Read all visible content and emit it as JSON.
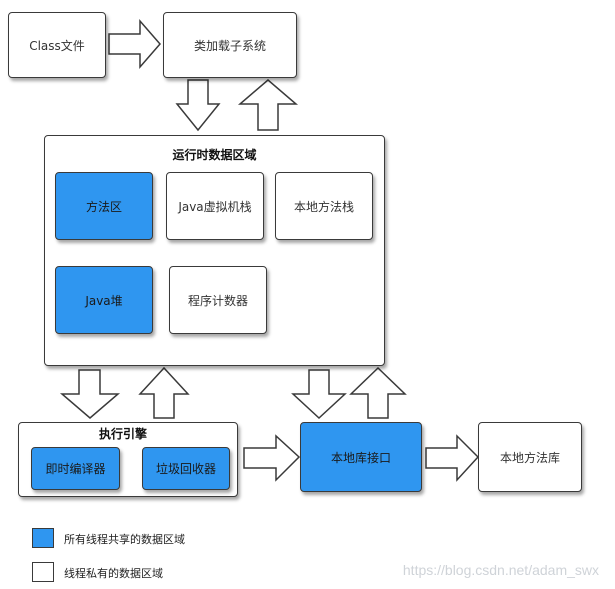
{
  "nodes": {
    "class_file": "Class文件",
    "class_loader": "类加载子系统",
    "runtime_area_title": "运行时数据区域",
    "method_area": "方法区",
    "java_vm_stack": "Java虚拟机栈",
    "native_method_stack": "本地方法栈",
    "java_heap": "Java堆",
    "program_counter": "程序计数器",
    "execution_engine_title": "执行引擎",
    "jit_compiler": "即时编译器",
    "garbage_collector": "垃圾回收器",
    "native_interface": "本地库接口",
    "native_library": "本地方法库"
  },
  "legend": {
    "shared": "所有线程共享的数据区域",
    "private": "线程私有的数据区域"
  },
  "watermark": "https://blog.csdn.net/adam_swx",
  "colors": {
    "shared_fill": "#2f96f0",
    "private_fill": "#ffffff",
    "stroke": "#3a3a3a"
  }
}
